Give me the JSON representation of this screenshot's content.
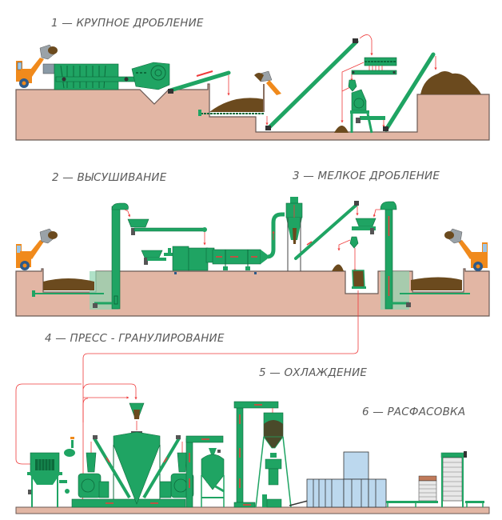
{
  "title": "Pellet production line",
  "stages": [
    {
      "number": "1",
      "label": "1 — КРУПНОЕ ДРОБЛЕНИЕ"
    },
    {
      "number": "2",
      "label": "2 — ВЫСУШИВАНИЕ"
    },
    {
      "number": "3",
      "label": "3 — МЕЛКОЕ ДРОБЛЕНИЕ"
    },
    {
      "number": "4",
      "label": "4 — ПРЕСС - ГРАНУЛИРОВАНИЕ"
    },
    {
      "number": "5",
      "label": "5 — ОХЛАЖДЕНИЕ"
    },
    {
      "number": "6",
      "label": "6 — РАСФАСОВКА"
    }
  ],
  "colors": {
    "ground": "#e2b6a4",
    "ground_edge": "#6b5a55",
    "machine": "#1fa463",
    "machine_dark": "#0d6b3c",
    "machine_light": "#8fd4b0",
    "material": "#6b4a1e",
    "flow": "#ef3b3b",
    "loader": "#f08a1c",
    "glass": "#bcd8ee",
    "label": "#5a5a5a"
  },
  "icons": {
    "loader": "front-loader-icon",
    "crusher": "crusher-icon",
    "conveyor": "conveyor-icon",
    "elevator": "bucket-elevator-icon",
    "dryer": "rotary-dryer-icon",
    "cyclone": "cyclone-icon",
    "pellet_mill": "pellet-mill-icon",
    "cooler": "cooler-icon",
    "packer": "bagging-machine-icon",
    "pallet": "pallet-icon"
  }
}
